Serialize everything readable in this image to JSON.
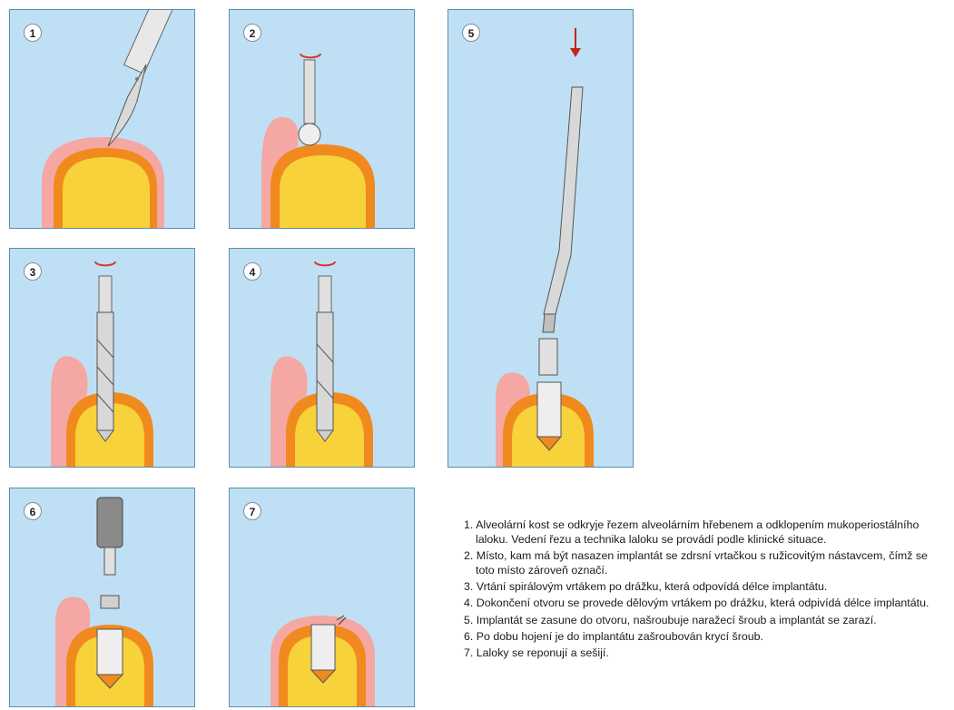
{
  "panels": [
    {
      "number": "1"
    },
    {
      "number": "2"
    },
    {
      "number": "3"
    },
    {
      "number": "4"
    },
    {
      "number": "5"
    },
    {
      "number": "6"
    },
    {
      "number": "7"
    }
  ],
  "steps": [
    "1. Alveolární kost se odkryje řezem alveolárním hřebenem a odklopením mukoperiostálního laloku. Vedení řezu a technika laloku se provádí podle klinické situace.",
    "2. Místo, kam má být nasazen implantát se zdrsní vrtačkou s ružicovitým nástavcem, čímž se toto místo  zároveň označí.",
    "3. Vrtání spirálovým vrtákem po drážku, která odpovídá délce implantátu.",
    "4. Dokončení otvoru se provede dělovým vrtákem po drážku, která odpivídá délce implantátu.",
    "5. Implantát se zasune do otvoru, našroubuje naražecí šroub a implantát se zarazí.",
    "6. Po dobu hojení je do implantátu zašroubován krycí šroub.",
    "7. Laloky se reponují a sešijí."
  ],
  "colors": {
    "panel_bg": "#bfe0f4",
    "bone": "#f7d23a",
    "cortex": "#f08a1e",
    "gum": "#f4a7a3",
    "instrument": "#dcdcdc"
  }
}
